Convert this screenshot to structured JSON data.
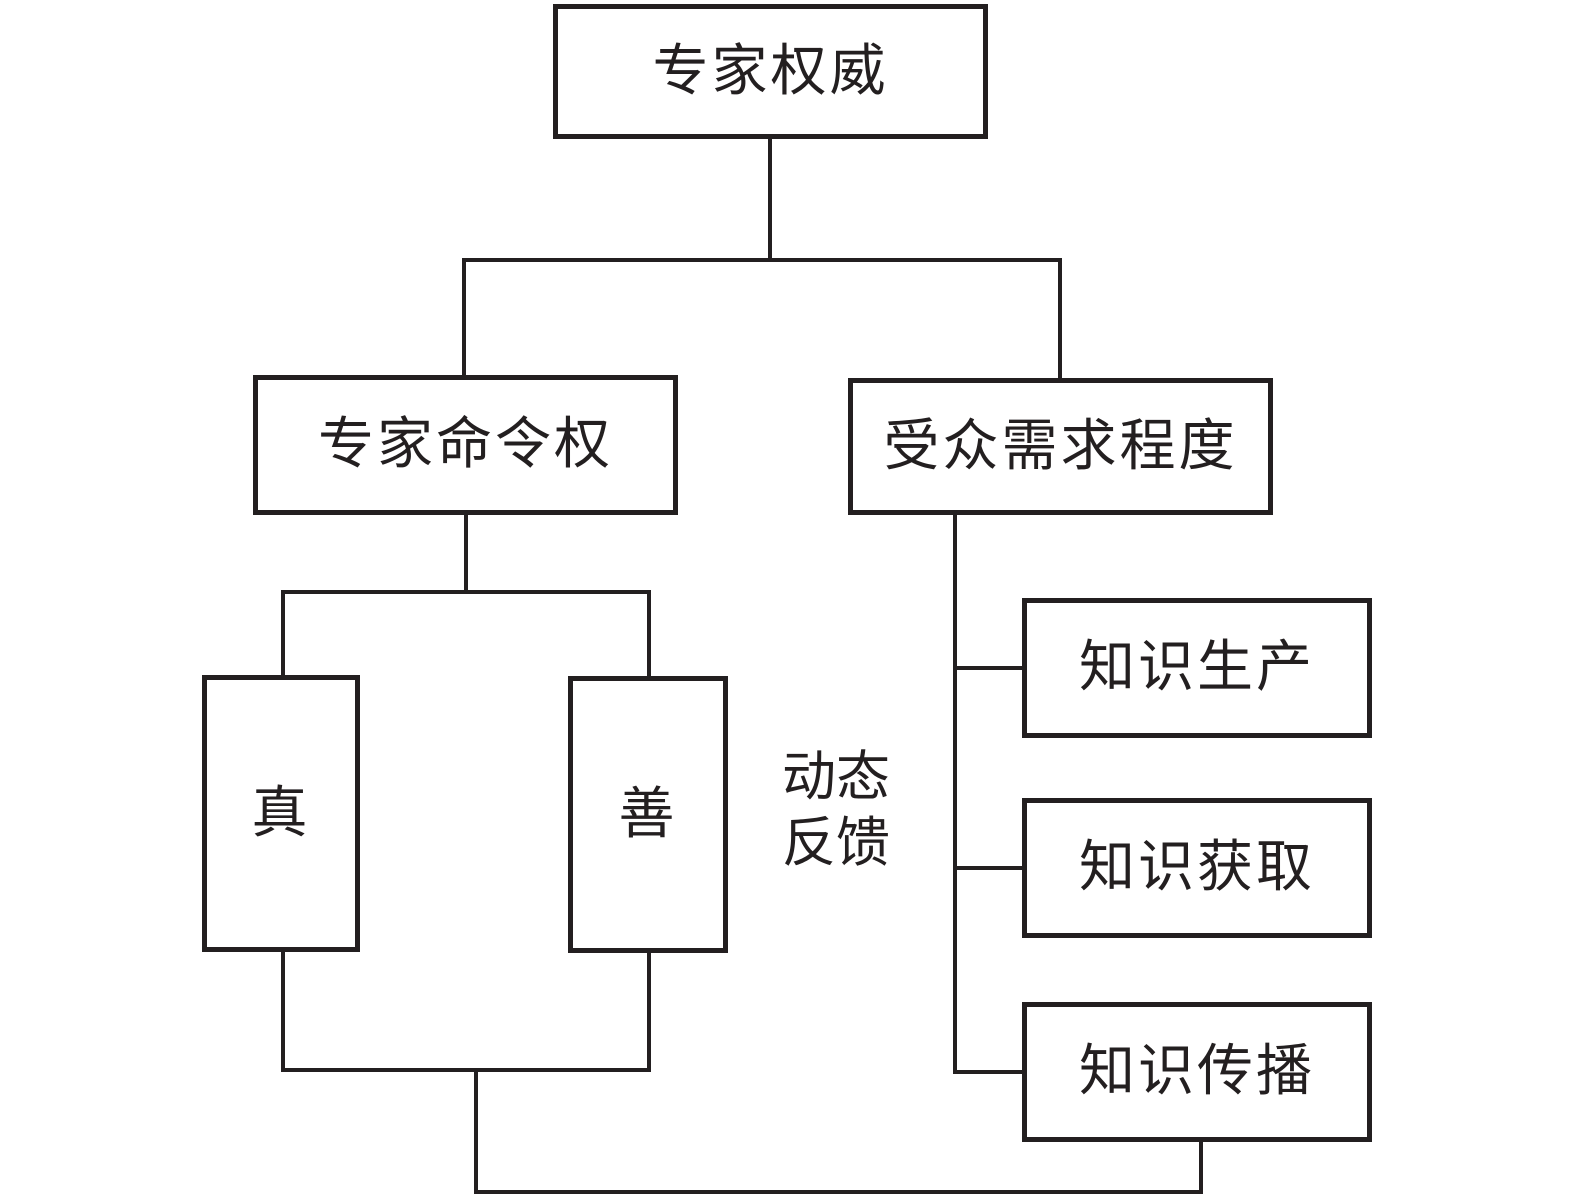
{
  "diagram": {
    "background": "#ffffff",
    "line_color": "#231f20",
    "text_color": "#231f20",
    "nodes": {
      "expert_authority": {
        "label": "专家权威"
      },
      "expert_command_power": {
        "label": "专家命令权"
      },
      "audience_demand_level": {
        "label": "受众需求程度"
      },
      "truth": {
        "label": "真"
      },
      "goodness": {
        "label": "善"
      },
      "knowledge_production": {
        "label": "知识生产"
      },
      "knowledge_acquisition": {
        "label": "知识获取"
      },
      "knowledge_dissemination": {
        "label": "知识传播"
      }
    },
    "annotations": {
      "dynamic_feedback": {
        "line1": "动态",
        "line2": "反馈"
      }
    }
  }
}
